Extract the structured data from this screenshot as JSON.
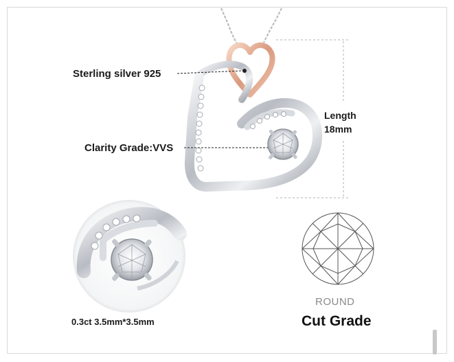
{
  "annotations": {
    "material": "Sterling silver 925",
    "clarity": "Clarity Grade:VVS",
    "length_label": "Length",
    "length_value": "18mm",
    "stone_size": "0.3ct 3.5mm*3.5mm",
    "shape": "ROUND",
    "cut_grade": "Cut Grade"
  },
  "colors": {
    "silver": "#c9ccd1",
    "rose_gold": "#e8b49a",
    "text": "#1a1a1a",
    "muted_text": "#8a8a8a",
    "dotted_line": "#b0b0b0"
  },
  "icons": [
    "heart-pendant-image",
    "zoomed-stone-image",
    "round-diamond-cut-icon"
  ]
}
